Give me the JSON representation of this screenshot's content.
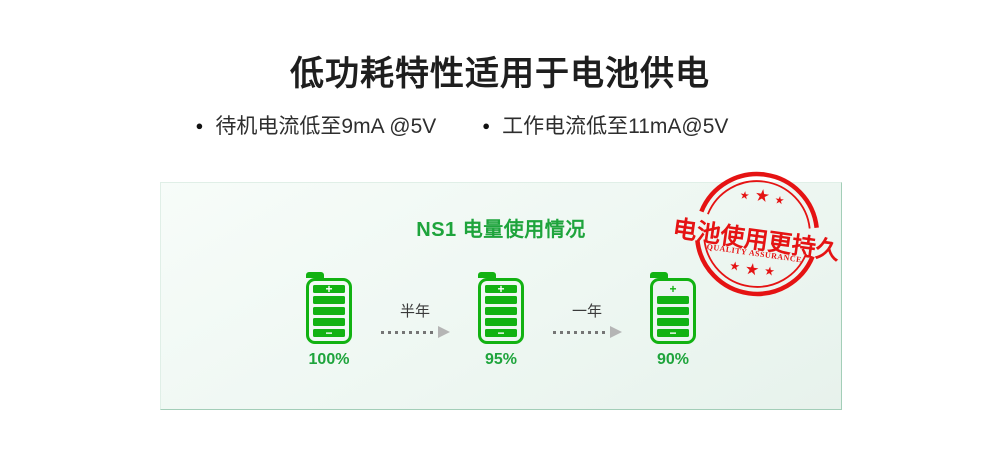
{
  "page": {
    "title": "低功耗特性适用于电池供电",
    "bullet_icon": "●",
    "bullets": [
      {
        "label": "待机电流低至9mA @5V"
      },
      {
        "label": "工作电流低至11mA@5V"
      }
    ]
  },
  "panel": {
    "title": "NS1 电量使用情况",
    "battery_signs": {
      "plus": "+",
      "minus": "−"
    },
    "batteries": [
      {
        "percent": "100%",
        "total_segments": 5,
        "filled_segments": 5
      },
      {
        "percent": "95%",
        "total_segments": 5,
        "filled_segments": 5
      },
      {
        "percent": "90%",
        "total_segments": 5,
        "filled_segments": 4
      }
    ],
    "arrows": [
      {
        "label": "半年"
      },
      {
        "label": "一年"
      }
    ],
    "stamp": {
      "text": "电池使用更持久",
      "subtext": "QUALITY ASSURANCE",
      "star": "★"
    }
  },
  "colors": {
    "battery_green": "#12b212",
    "text_green": "#1ea43c",
    "stamp_red": "#e51313",
    "title_text": "#1e1e1e",
    "body_text": "#2e2e2e",
    "panel_edge": "#a3ceb8",
    "arrow_dot": "#757575",
    "arrow_head": "#b5b5b5"
  }
}
